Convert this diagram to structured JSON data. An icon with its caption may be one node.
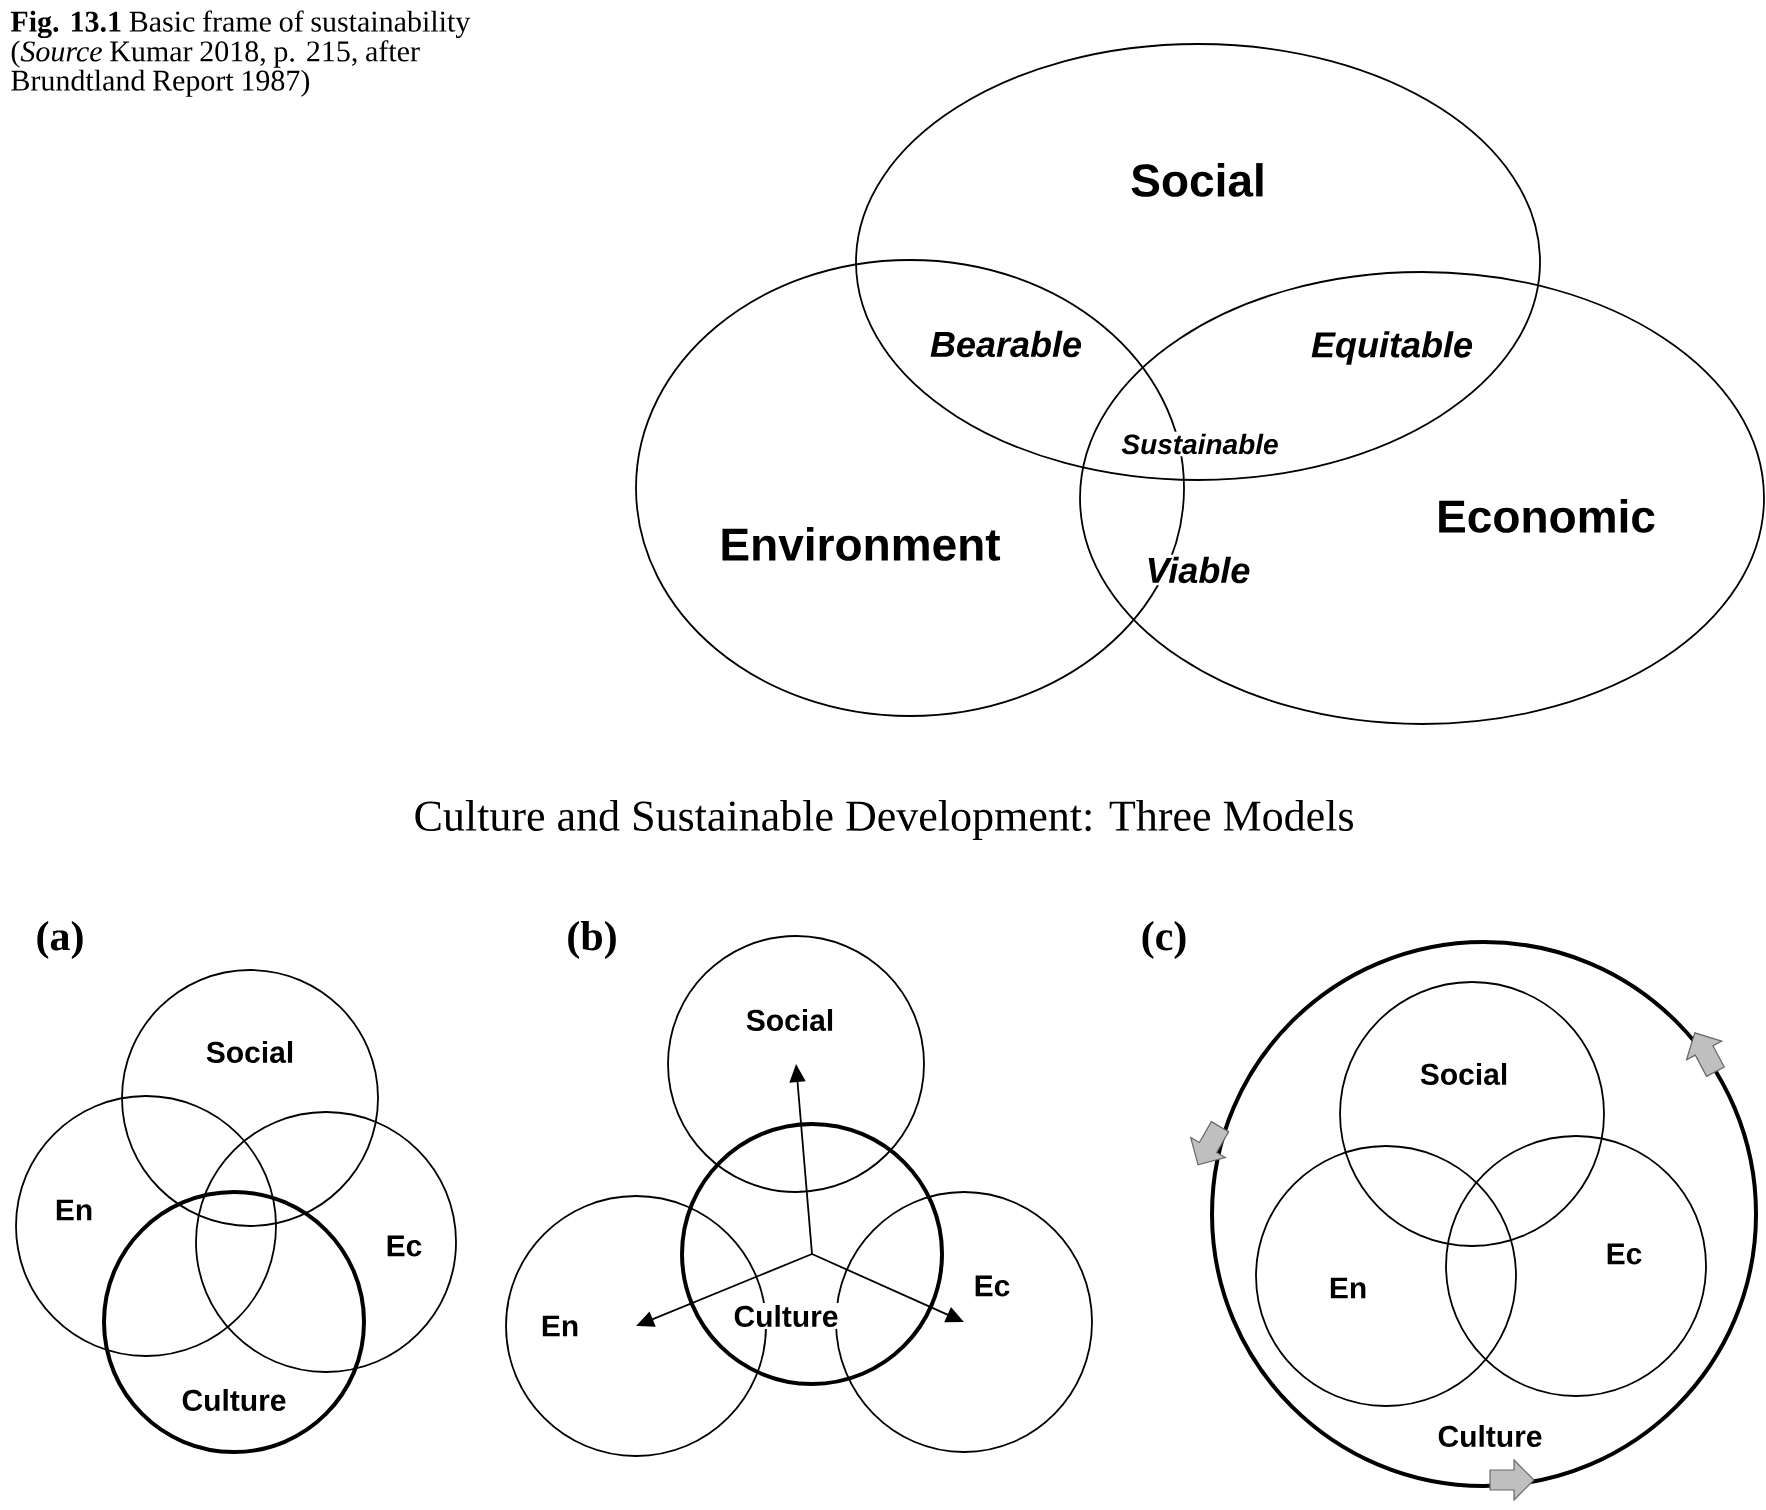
{
  "diagram": {
    "caption": "**Fig. 13.1** Basic frame of sustainability (*Source* Kumar 2018, p. 215, after Brundtland Report 1987)",
    "nodes": [
      {
        "text": [
          "Social"
        ]
      },
      {
        "text": [
          "Environment"
        ]
      },
      {
        "text": [
          "Economic"
        ]
      },
      {
        "text": [
          "Social"
        ]
      },
      {
        "text": [
          "En"
        ]
      },
      {
        "text": [
          "Ec"
        ]
      },
      {
        "text": [
          "Culture"
        ]
      },
      {
        "text": [
          "Social"
        ]
      },
      {
        "text": [
          "En"
        ]
      },
      {
        "text": [
          "Ec"
        ]
      },
      {
        "text": [
          "Culture"
        ]
      },
      {
        "text": [
          "Culture"
        ]
      },
      {
        "text": [
          "Social"
        ],
        "in": 11
      },
      {
        "text": [
          "En"
        ],
        "in": 11
      },
      {
        "text": [
          "Ec"
        ],
        "in": 11
      }
    ],
    "edges": [
      {
        "from": 10,
        "to": 7,
        "arrow": "to"
      },
      {
        "from": 10,
        "to": 8,
        "arrow": "to"
      },
      {
        "from": 10,
        "to": 9,
        "arrow": "to"
      }
    ],
    "labels": [
      "Bearable",
      "Equitable",
      "Sustainable",
      "Viable",
      "Culture and Sustainable Development: Three Models",
      "(a)",
      "(b)",
      "(c)"
    ]
  }
}
